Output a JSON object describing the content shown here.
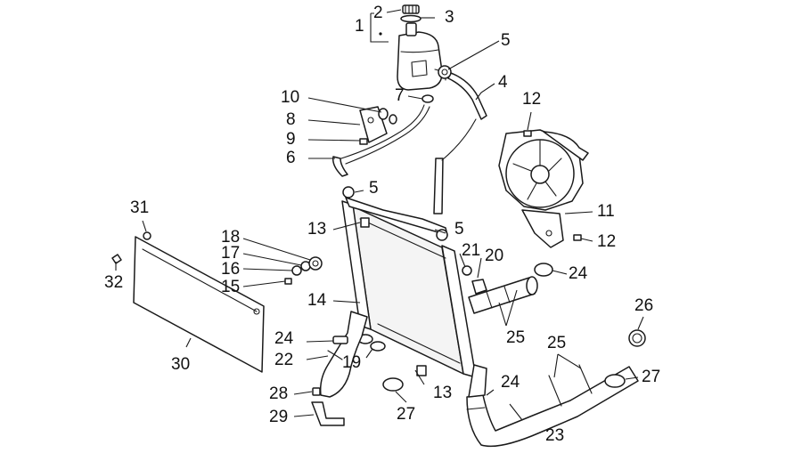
{
  "callouts": [
    {
      "id": "c1",
      "text": "1"
    },
    {
      "id": "c2",
      "text": "2"
    },
    {
      "id": "c3",
      "text": "3"
    },
    {
      "id": "c4",
      "text": "4"
    },
    {
      "id": "c5a",
      "text": "5"
    },
    {
      "id": "c5b",
      "text": "5"
    },
    {
      "id": "c5c",
      "text": "5"
    },
    {
      "id": "c6",
      "text": "6"
    },
    {
      "id": "c7",
      "text": "7"
    },
    {
      "id": "c8",
      "text": "8"
    },
    {
      "id": "c9",
      "text": "9"
    },
    {
      "id": "c10",
      "text": "10"
    },
    {
      "id": "c11",
      "text": "11"
    },
    {
      "id": "c12a",
      "text": "12"
    },
    {
      "id": "c12b",
      "text": "12"
    },
    {
      "id": "c13a",
      "text": "13"
    },
    {
      "id": "c13b",
      "text": "13"
    },
    {
      "id": "c14",
      "text": "14"
    },
    {
      "id": "c15",
      "text": "15"
    },
    {
      "id": "c16",
      "text": "16"
    },
    {
      "id": "c17",
      "text": "17"
    },
    {
      "id": "c18",
      "text": "18"
    },
    {
      "id": "c19",
      "text": "19"
    },
    {
      "id": "c20",
      "text": "20"
    },
    {
      "id": "c21",
      "text": "21"
    },
    {
      "id": "c22",
      "text": "22"
    },
    {
      "id": "c23",
      "text": "23"
    },
    {
      "id": "c24a",
      "text": "24"
    },
    {
      "id": "c24b",
      "text": "24"
    },
    {
      "id": "c24c",
      "text": "24"
    },
    {
      "id": "c25a",
      "text": "25"
    },
    {
      "id": "c25b",
      "text": "25"
    },
    {
      "id": "c26",
      "text": "26"
    },
    {
      "id": "c27a",
      "text": "27"
    },
    {
      "id": "c27b",
      "text": "27"
    },
    {
      "id": "c28",
      "text": "28"
    },
    {
      "id": "c29",
      "text": "29"
    },
    {
      "id": "c30",
      "text": "30"
    },
    {
      "id": "c31",
      "text": "31"
    },
    {
      "id": "c32",
      "text": "32"
    }
  ]
}
